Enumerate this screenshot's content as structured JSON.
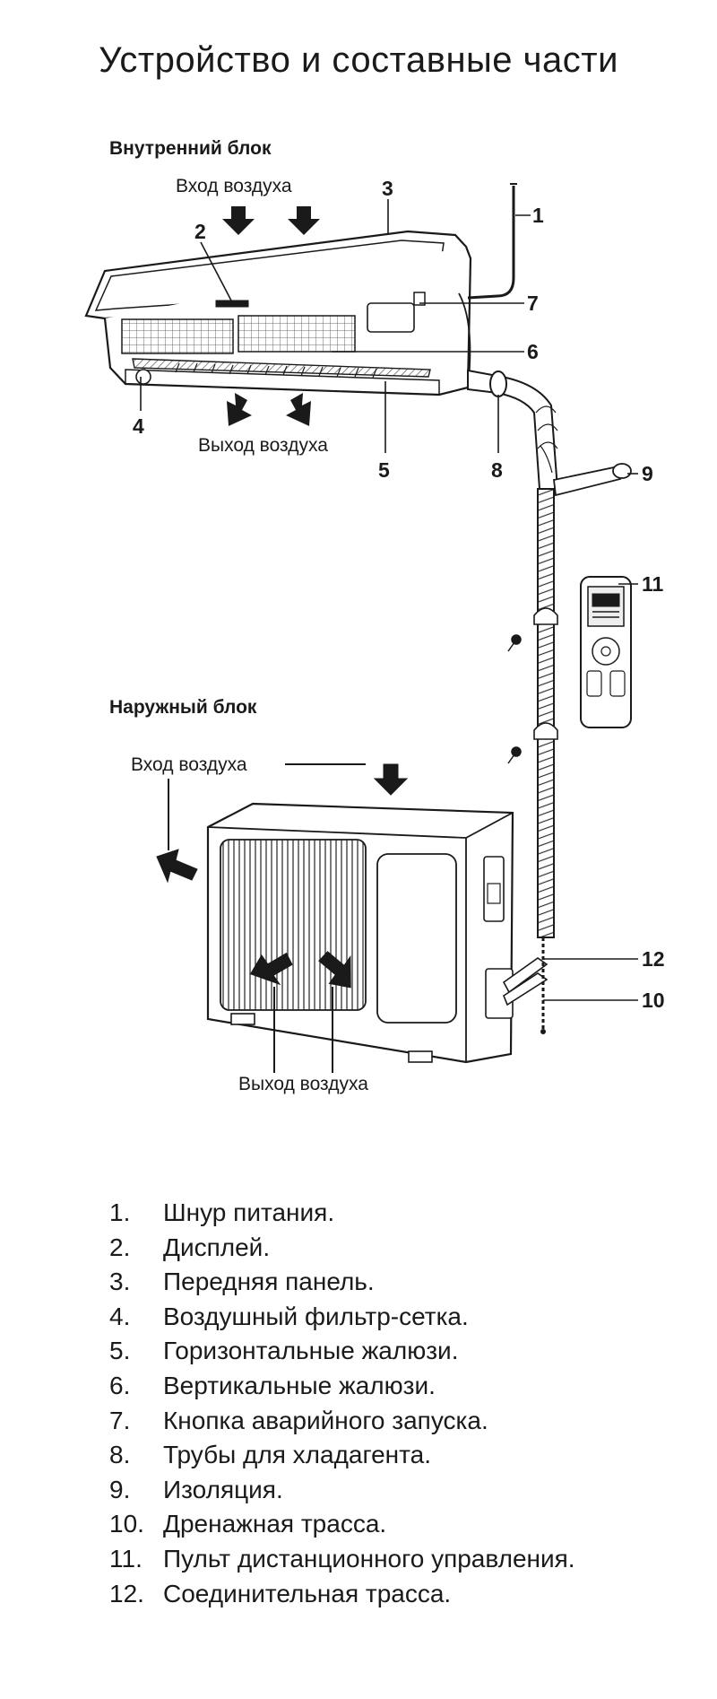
{
  "title": "Устройство и составные части",
  "indoor": {
    "label": "Внутренний блок",
    "air_in": "Вход воздуха",
    "air_out": "Выход воздуха"
  },
  "outdoor": {
    "label": "Наружный блок",
    "air_in": "Вход воздуха",
    "air_out": "Выход воздуха"
  },
  "callouts": [
    "1",
    "2",
    "3",
    "4",
    "5",
    "6",
    "7",
    "8",
    "9",
    "10",
    "11",
    "12"
  ],
  "legend": [
    {
      "num": "1.",
      "text": "Шнур питания."
    },
    {
      "num": "2.",
      "text": "Дисплей."
    },
    {
      "num": "3.",
      "text": "Передняя панель."
    },
    {
      "num": "4.",
      "text": "Воздушный фильтр-сетка."
    },
    {
      "num": "5.",
      "text": "Горизонтальные жалюзи."
    },
    {
      "num": "6.",
      "text": "Вертикальные жалюзи."
    },
    {
      "num": "7.",
      "text": "Кнопка аварийного запуска."
    },
    {
      "num": "8.",
      "text": "Трубы для хладагента."
    },
    {
      "num": "9.",
      "text": "Изоляция."
    },
    {
      "num": "10.",
      "text": "Дренажная трасса."
    },
    {
      "num": "11.",
      "text": "Пульт дистанционного управления."
    },
    {
      "num": "12.",
      "text": "Соединительная трасса."
    }
  ]
}
